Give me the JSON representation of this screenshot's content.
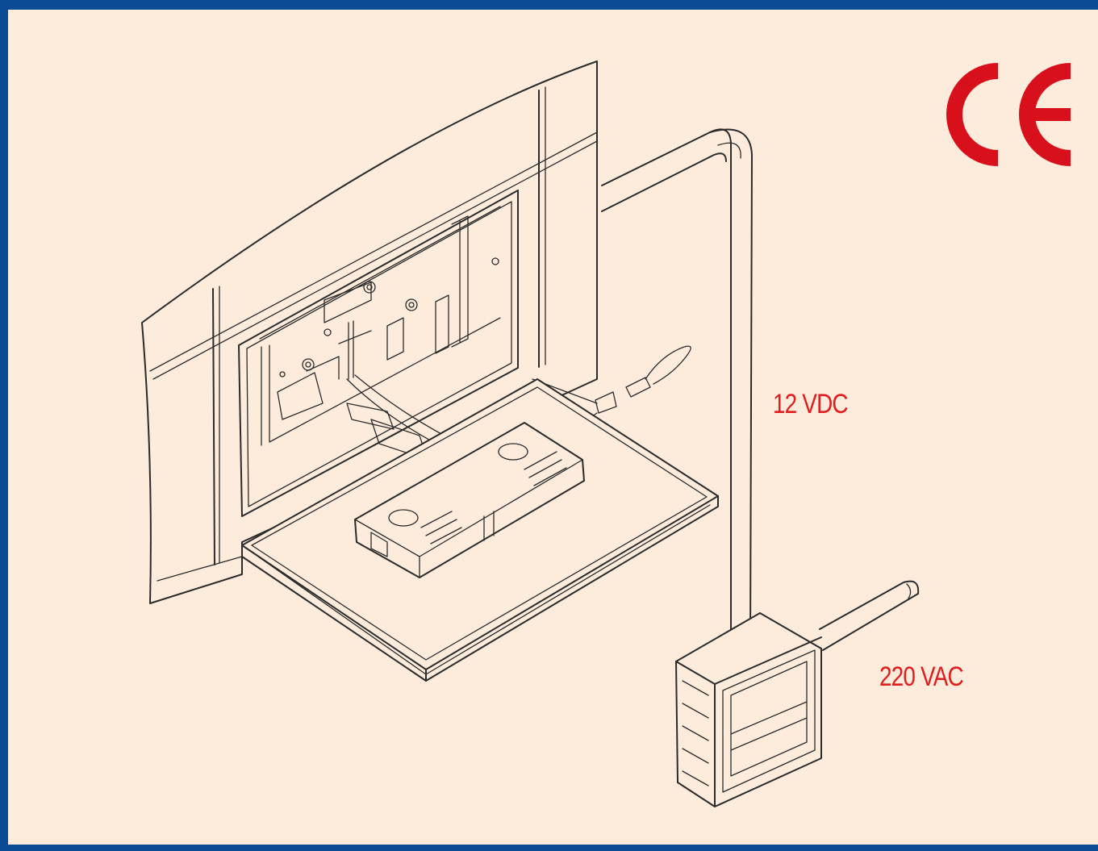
{
  "labels": {
    "low_voltage": "12 VDC",
    "mains": "220 VAC",
    "certification": "CE"
  },
  "colors": {
    "frame": "#0b4a94",
    "background": "#fdebdc",
    "label_text": "#e01e1e",
    "ce_mark": "#d8101c",
    "linework": "#2b2b2b"
  },
  "icons": {
    "certification_mark": "ce-mark-icon"
  }
}
